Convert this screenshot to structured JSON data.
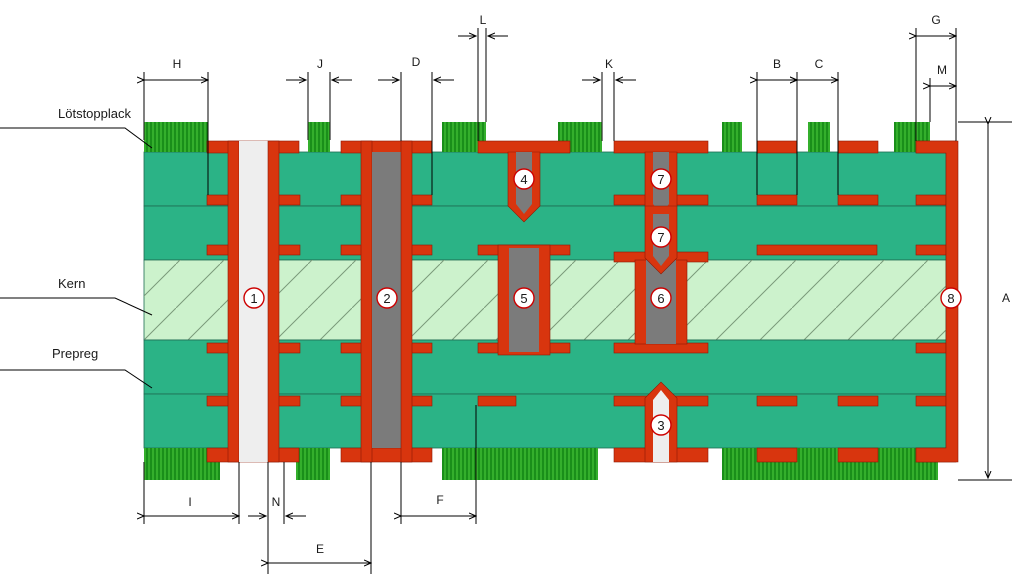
{
  "colors": {
    "prepreg": "#2bb386",
    "core": "#ccf2cc",
    "copper": "#d8350e",
    "copper_stroke": "#8c1a05",
    "plated_fill": "#7b7b7b",
    "open_fill": "#eeeeee",
    "solder_mask": "#1a8f1a",
    "solder_mask_line": "#4fcf3f",
    "line": "#000000",
    "number_ring": "#cc0000"
  },
  "side_labels": {
    "solder_mask": "Lötstopplack",
    "core": "Kern",
    "prepreg": "Prepreg"
  },
  "dimension_labels": {
    "A": "A",
    "B": "B",
    "C": "C",
    "D": "D",
    "E": "E",
    "F": "F",
    "G": "G",
    "H": "H",
    "I": "I",
    "J": "J",
    "K": "K",
    "L": "L",
    "M": "M",
    "N": "N"
  },
  "vias": [
    {
      "number": "1",
      "kind": "through-hole unplated-fill"
    },
    {
      "number": "2",
      "kind": "through-hole filled"
    },
    {
      "number": "3",
      "kind": "blind via bottom"
    },
    {
      "number": "4",
      "kind": "blind via top"
    },
    {
      "number": "5",
      "kind": "buried via"
    },
    {
      "number": "6",
      "kind": "buried via core"
    },
    {
      "number": "7",
      "kind": "stacked microvia"
    },
    {
      "number": "7",
      "kind": "stacked microvia"
    },
    {
      "number": "8",
      "kind": "edge plating"
    }
  ]
}
